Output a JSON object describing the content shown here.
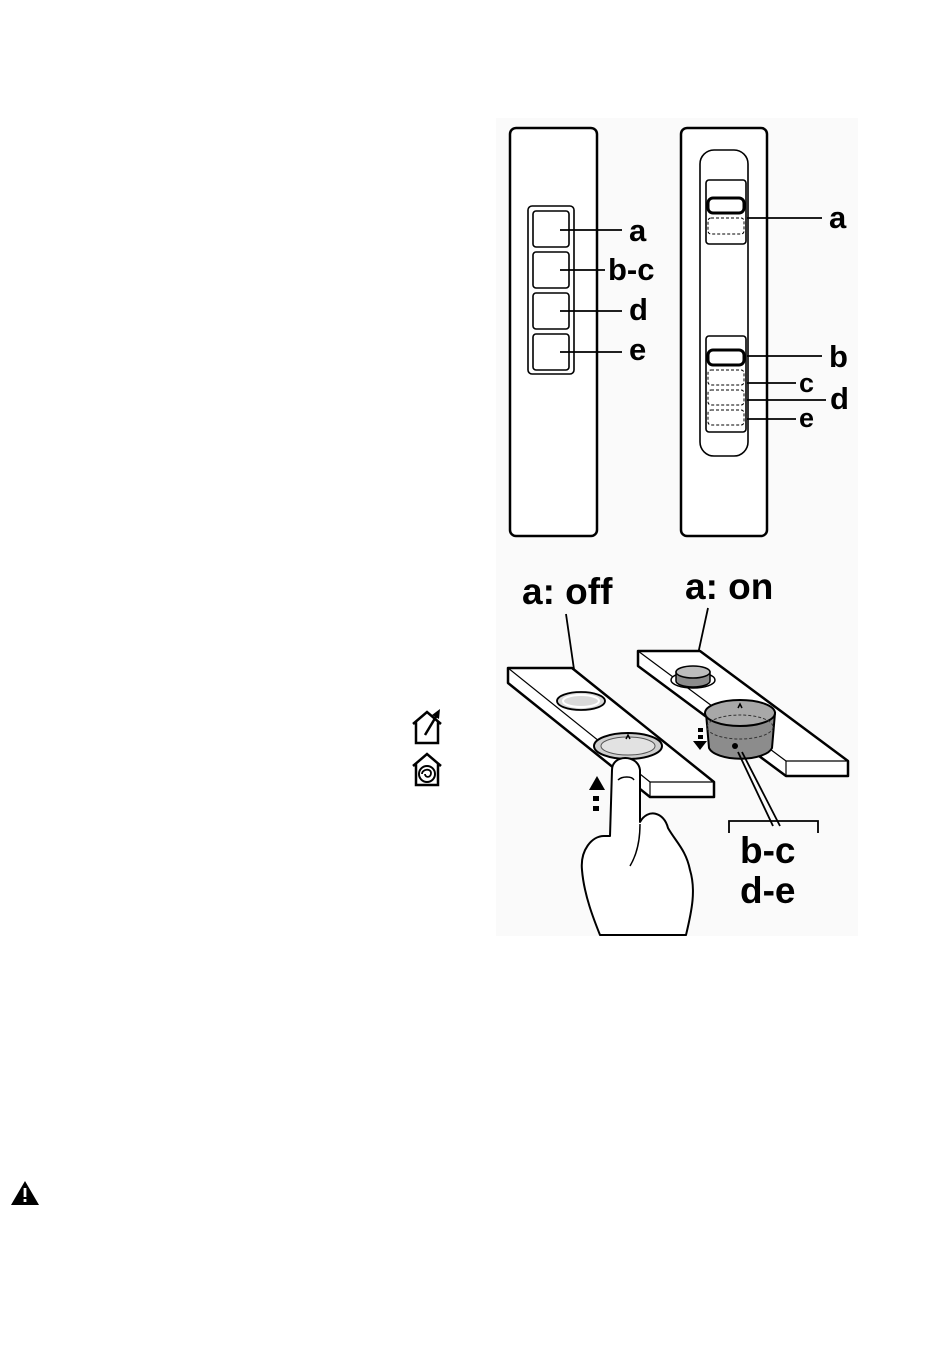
{
  "left_panel": {
    "labels": {
      "a": "a",
      "bc": "b-c",
      "d": "d",
      "e": "e"
    }
  },
  "right_panel": {
    "labels": {
      "a": "a",
      "b": "b",
      "c": "c",
      "d": "d",
      "e": "e"
    }
  },
  "detail": {
    "off_label": "a: off",
    "on_label": "a: on",
    "speeds_line1": "b-c",
    "speeds_line2": "d-e"
  },
  "icons": {
    "extraction": "house-with-outlet-arrow-icon",
    "recirculation": "house-with-circulation-icon",
    "warning": "warning-triangle-icon"
  },
  "colors": {
    "line": "#000000",
    "background": "#ffffff",
    "button_fill": "#8c8c8c",
    "button_light": "#d9d9d9"
  }
}
